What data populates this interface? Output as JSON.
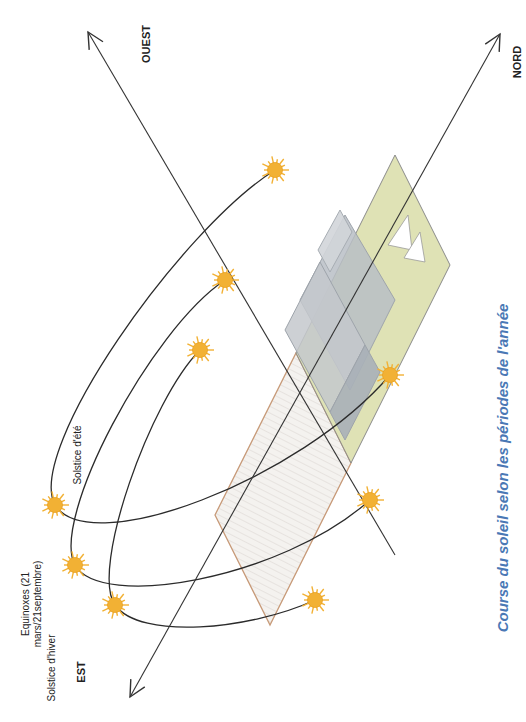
{
  "diagram": {
    "caption": "Course du soleil selon les périodes de l'année",
    "labels": [
      "OUEST",
      "NORD",
      "EST",
      "Solstice d'été",
      "Equinoxes (21 mars/21septembre)",
      "Solstice d'hiver"
    ]
  }
}
